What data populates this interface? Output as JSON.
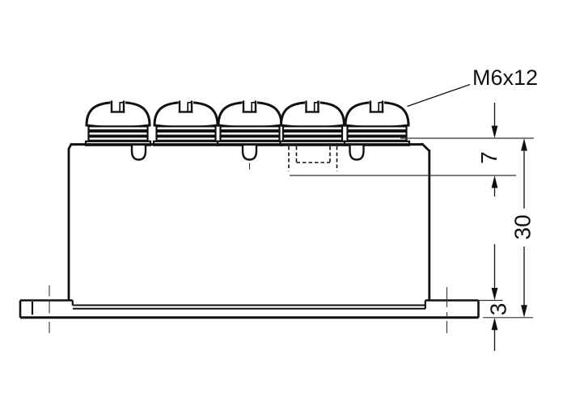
{
  "callout": {
    "label": "M6x12"
  },
  "dimensions": {
    "head_section": "7",
    "overall_height": "30",
    "base_plate": "3"
  },
  "screws": {
    "count": 5,
    "thread_spec": "M6x12"
  },
  "colors": {
    "line": "#111111",
    "background": "#ffffff"
  }
}
